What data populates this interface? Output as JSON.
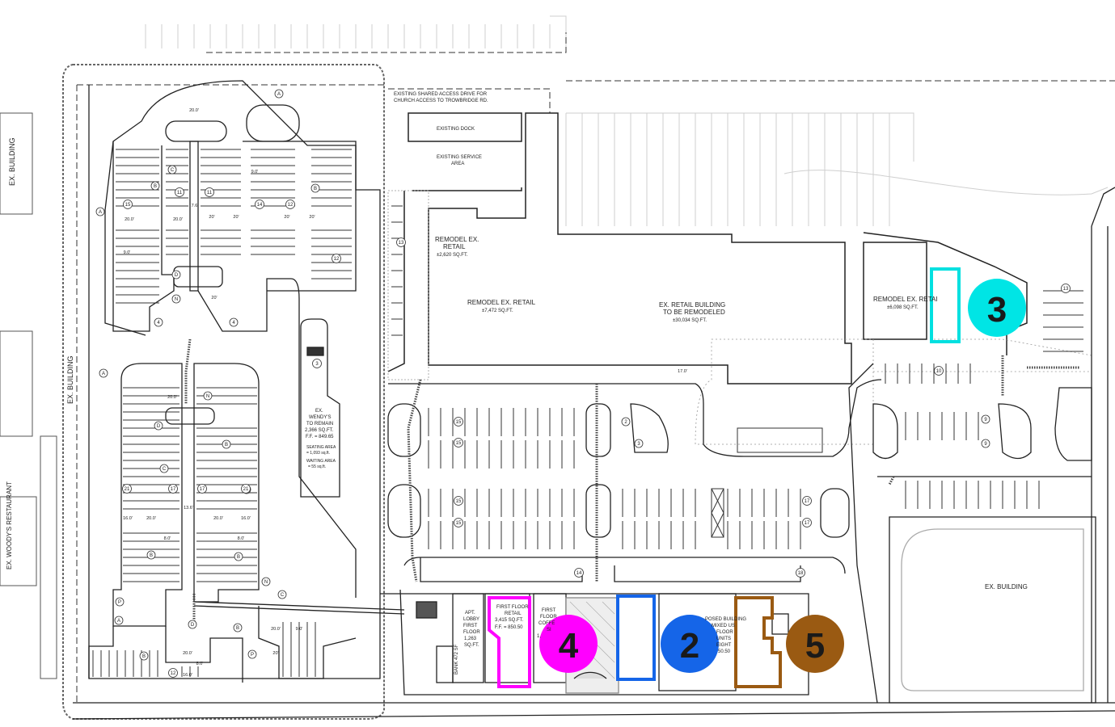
{
  "markers": [
    {
      "number": "3",
      "color": "#00e5e5"
    },
    {
      "number": "4",
      "color": "#ff00ff"
    },
    {
      "number": "2",
      "color": "#1565e8"
    },
    {
      "number": "5",
      "color": "#9a5a12"
    }
  ],
  "outline_colors": {
    "cyan": "#00e0e0",
    "magenta": "#ff00ff",
    "blue": "#1565e8",
    "brown": "#9a5a12"
  },
  "labels": {
    "ex_building_top": "EX. BUILDING",
    "ex_building_mid": "EX. BUILDING",
    "ex_woodys": "EX. WOODY'S RESTAURANT",
    "shared_drive_1": "EXISTING SHARED ACCESS DRIVE FOR",
    "shared_drive_2": "CHURCH ACCESS TO TROWBRIDGE RD.",
    "existing_dock": "EXISTING DOCK",
    "existing_service_1": "EXISTING SERVICE",
    "existing_service_2": "AREA",
    "remodel_2620_1": "REMODEL EX.",
    "remodel_2620_2": "RETAIL",
    "remodel_2620_3": "±2,620 SQ.FT.",
    "remodel_7472_1": "REMODEL EX. RETAIL",
    "remodel_7472_2": "±7,472 SQ.FT.",
    "ex_retail_1": "EX. RETAIL BUILDING",
    "ex_retail_2": "TO BE REMODELED",
    "ex_retail_3": "±30,034 SQ.FT.",
    "remodel_6098_1": "REMODEL EX. RETAI",
    "remodel_6098_2": "±6,098 SQ.FT.",
    "wendys_1": "EX.",
    "wendys_2": "WENDY'S",
    "wendys_3": "TO REMAIN",
    "wendys_4": "2,366 SQ.FT.",
    "wendys_5": "F.F. = 849.65",
    "wendys_6": "SEATING AREA",
    "wendys_7": "= 1,093 sq.ft.",
    "wendys_8": "WAITING AREA",
    "wendys_9": "= 55 sq.ft.",
    "ex_building_right": "EX. BUILDING",
    "apt_1": "APT.",
    "apt_2": "LOBBY",
    "apt_3": "FIRST",
    "apt_4": "FLOOR",
    "apt_5": "1,263",
    "apt_6": "SQ.FT.",
    "ffr_1": "FIRST FLOOR",
    "ffr_2": "RETAIL",
    "ffr_3": "3,415 SQ.FT.",
    "ffr_4": "F.F. = 850.50",
    "coffee_1": "FIRST",
    "coffee_2": "FLOOR",
    "coffee_3": "COFFE",
    "coffee_4": "SI",
    "coffee_5": "1,",
    "prop_1": "POSED BUILDING",
    "prop_2": "MIXED US",
    "prop_3": "FLOOR",
    "prop_4": "UNITS",
    "prop_5": "EIGHT",
    "prop_6": "50.50",
    "bank": "BANK 472 SF"
  },
  "tags": {
    "a": "A",
    "b": "B",
    "c": "C",
    "d": "D",
    "n": "N",
    "p": "P"
  },
  "stall_counts": {
    "s15a": "15",
    "s11a": "11",
    "s11b": "11",
    "s14a": "14",
    "s12a": "12",
    "s12b": "12",
    "s13a": "13",
    "s3a": "3",
    "s21a": "21",
    "s17a": "17",
    "s17b": "17",
    "s21b": "21",
    "s4a": "4",
    "s4b": "4",
    "s12c": "12",
    "s15b": "15",
    "s15c": "15",
    "s15d": "15",
    "s2a": "2",
    "s3b": "3",
    "s17c": "17",
    "s17d": "17",
    "s14b": "14",
    "s18a": "18",
    "s10a": "10",
    "s9a": "9",
    "s9b": "9",
    "s13b": "13"
  },
  "dims": {
    "d20a": "20.0'",
    "d9a": "9.0'",
    "d20b": "20.0'",
    "d20c": "20.0'",
    "d20d": "20'",
    "d20e": "20'",
    "d20f": "20'",
    "d20g": "20'",
    "d9b": "9.0'",
    "d76": "7.6'",
    "d20h": "20'",
    "d20i": "20.0'",
    "d16a": "16.0'",
    "d20j": "20.0'",
    "d20k": "20.0'",
    "d16b": "16.0'",
    "d80a": "8.0'",
    "d80b": "8.0'",
    "d200": "20.0'",
    "d160": "16.0'",
    "d80c": "8.0'",
    "d136": "13.6'",
    "d20l": "20.0'",
    "d20m": "20'",
    "d9c": "9.0'",
    "d170": "17.0'"
  }
}
